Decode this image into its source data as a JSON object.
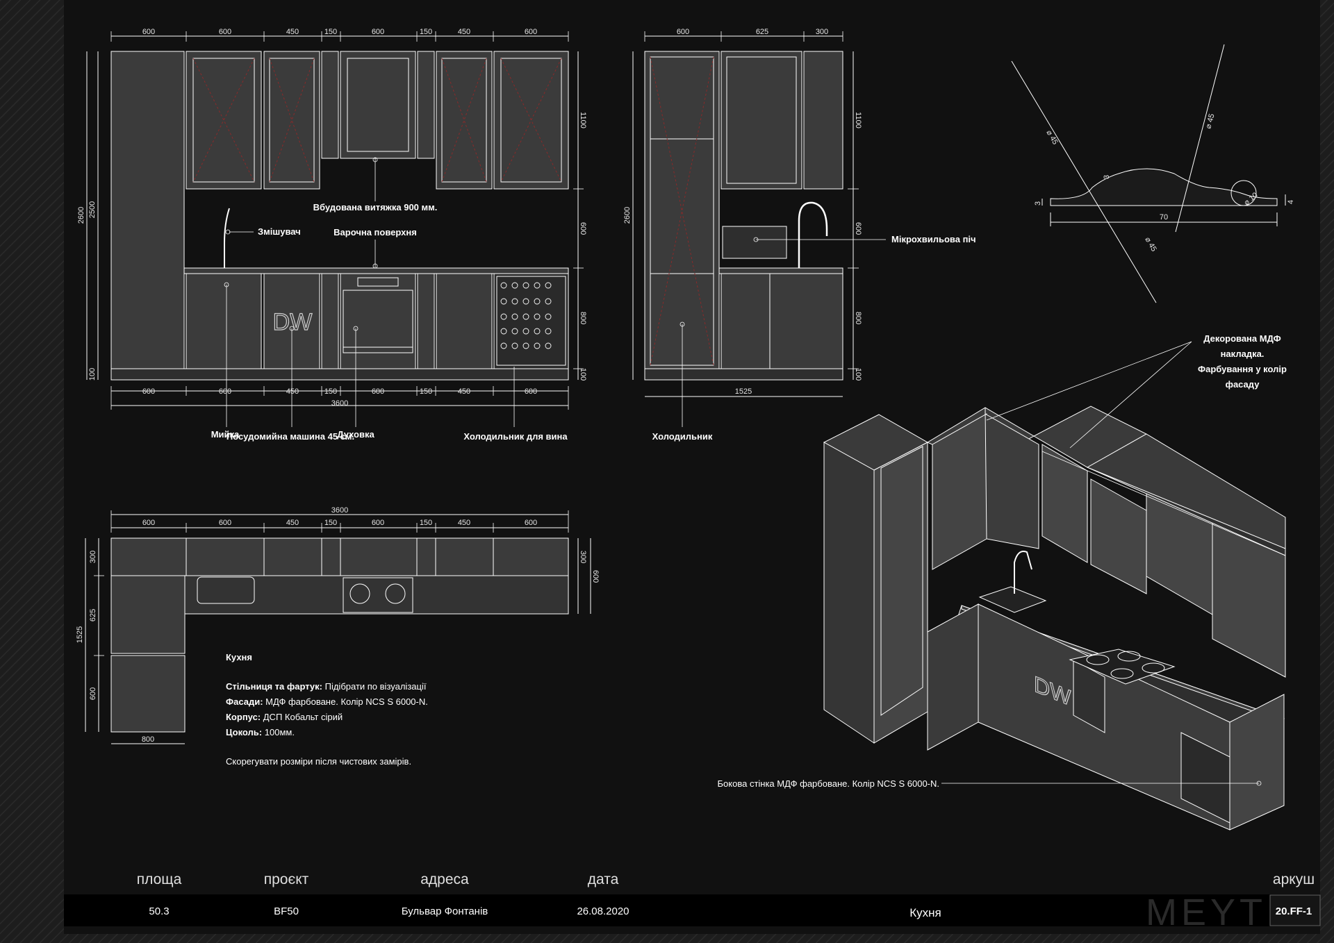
{
  "front_elevation": {
    "top_dims": [
      "600",
      "600",
      "450",
      "150",
      "600",
      "150",
      "450",
      "600"
    ],
    "bottom_dims": [
      "600",
      "600",
      "450",
      "150",
      "600",
      "150",
      "450",
      "600"
    ],
    "total_width": "3600",
    "left_heights": [
      "2600",
      "2500",
      "100"
    ],
    "right_heights": [
      "1100",
      "600",
      "800",
      "100"
    ],
    "labels": {
      "hood": "Вбудована витяжка 900 мм.",
      "mixer": "Змішувач",
      "cooktop": "Варочна поверхня",
      "sink": "Мийка",
      "dishwasher": "Посудомийна машина 45 см.",
      "oven": "Духовка",
      "wine_fridge": "Холодильник для вина"
    },
    "logo": "DW"
  },
  "side_elevation": {
    "top_dims": [
      "600",
      "625",
      "300"
    ],
    "total_width": "1525",
    "left_height": "2600",
    "right_heights": [
      "1100",
      "600",
      "800",
      "100"
    ],
    "labels": {
      "microwave": "Мікрохвильова піч",
      "fridge": "Холодильник"
    }
  },
  "profile_detail": {
    "dims": [
      "⌀ 45",
      "⌀ 45",
      "⌀ 45",
      "⌀ 10",
      "70",
      "3",
      "3",
      "4"
    ]
  },
  "plan": {
    "top_total": "3600",
    "top_dims": [
      "600",
      "600",
      "450",
      "150",
      "600",
      "150",
      "450",
      "600"
    ],
    "left_dims": [
      "300",
      "625",
      "600",
      "1525"
    ],
    "right_dims": [
      "300",
      "600"
    ],
    "bottom_dim": "800"
  },
  "spec": {
    "title": "Кухня",
    "rows": [
      {
        "key": "Стільниця та фартук:",
        "value": " Підібрати по візуалізації"
      },
      {
        "key": "Фасади:",
        "value": " МДФ фарбоване. Колір NCS S 6000-N."
      },
      {
        "key": "Корпус:",
        "value": " ДСП Кобальт сірий"
      },
      {
        "key": "Цоколь:",
        "value": " 100мм."
      }
    ],
    "note": "Скорегувати розміри після чистових замірів."
  },
  "iso": {
    "callout_top": [
      "Декорована МДФ",
      "накладка.",
      "Фарбування у колір",
      "фасаду"
    ],
    "callout_side": "Бокова стінка МДФ фарбоване. Колір NCS S 6000-N.",
    "logo": "DW"
  },
  "title_block": {
    "headers": {
      "area": "площа",
      "project": "проєкт",
      "address": "адреса",
      "date": "дата",
      "sheet": "аркуш"
    },
    "values": {
      "area": "50.3",
      "project": "BF50",
      "address": "Бульвар Фонтанів",
      "date": "26.08.2020",
      "title": "Кухня",
      "sheet": "20.FF-1"
    },
    "brand": "MEYT"
  },
  "colors": {
    "background": "#111111",
    "lines": "#ffffff",
    "fill": "#3b3b3b",
    "hidden_lines": "#8a2a2a"
  }
}
